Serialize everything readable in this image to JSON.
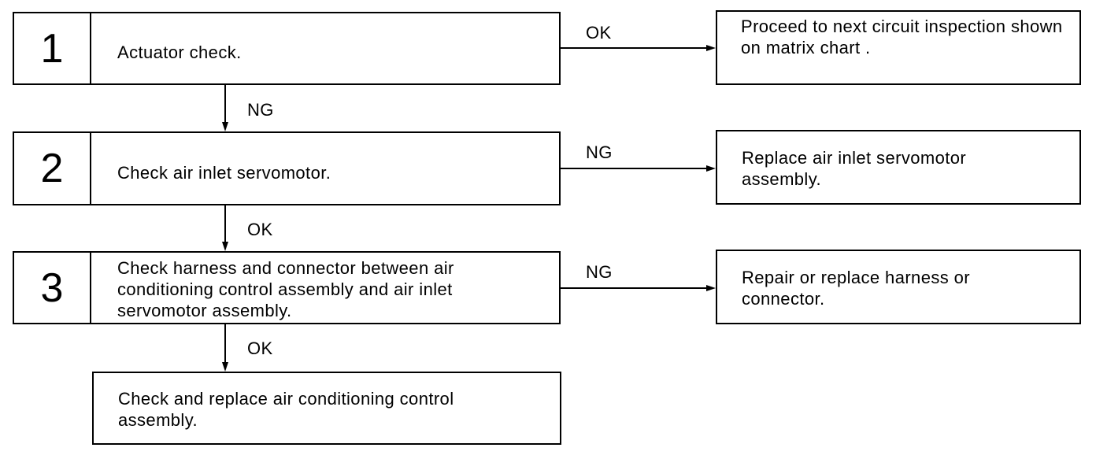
{
  "steps": [
    {
      "number": "1",
      "text": "Actuator check."
    },
    {
      "number": "2",
      "text": "Check air inlet servomotor."
    },
    {
      "number": "3",
      "text": "Check harness and connector between air conditioning control assembly and air inlet servomotor assembly."
    }
  ],
  "results": [
    {
      "text": "Proceed to next circuit inspection shown on matrix chart ."
    },
    {
      "text": "Replace air inlet servomotor assembly."
    },
    {
      "text": "Repair or replace harness or connector."
    }
  ],
  "final": {
    "text": "Check and replace air conditioning control assembly."
  },
  "labels": {
    "side1": "OK",
    "side2": "NG",
    "side3": "NG",
    "down1": "NG",
    "down2": "OK",
    "down3": "OK"
  }
}
